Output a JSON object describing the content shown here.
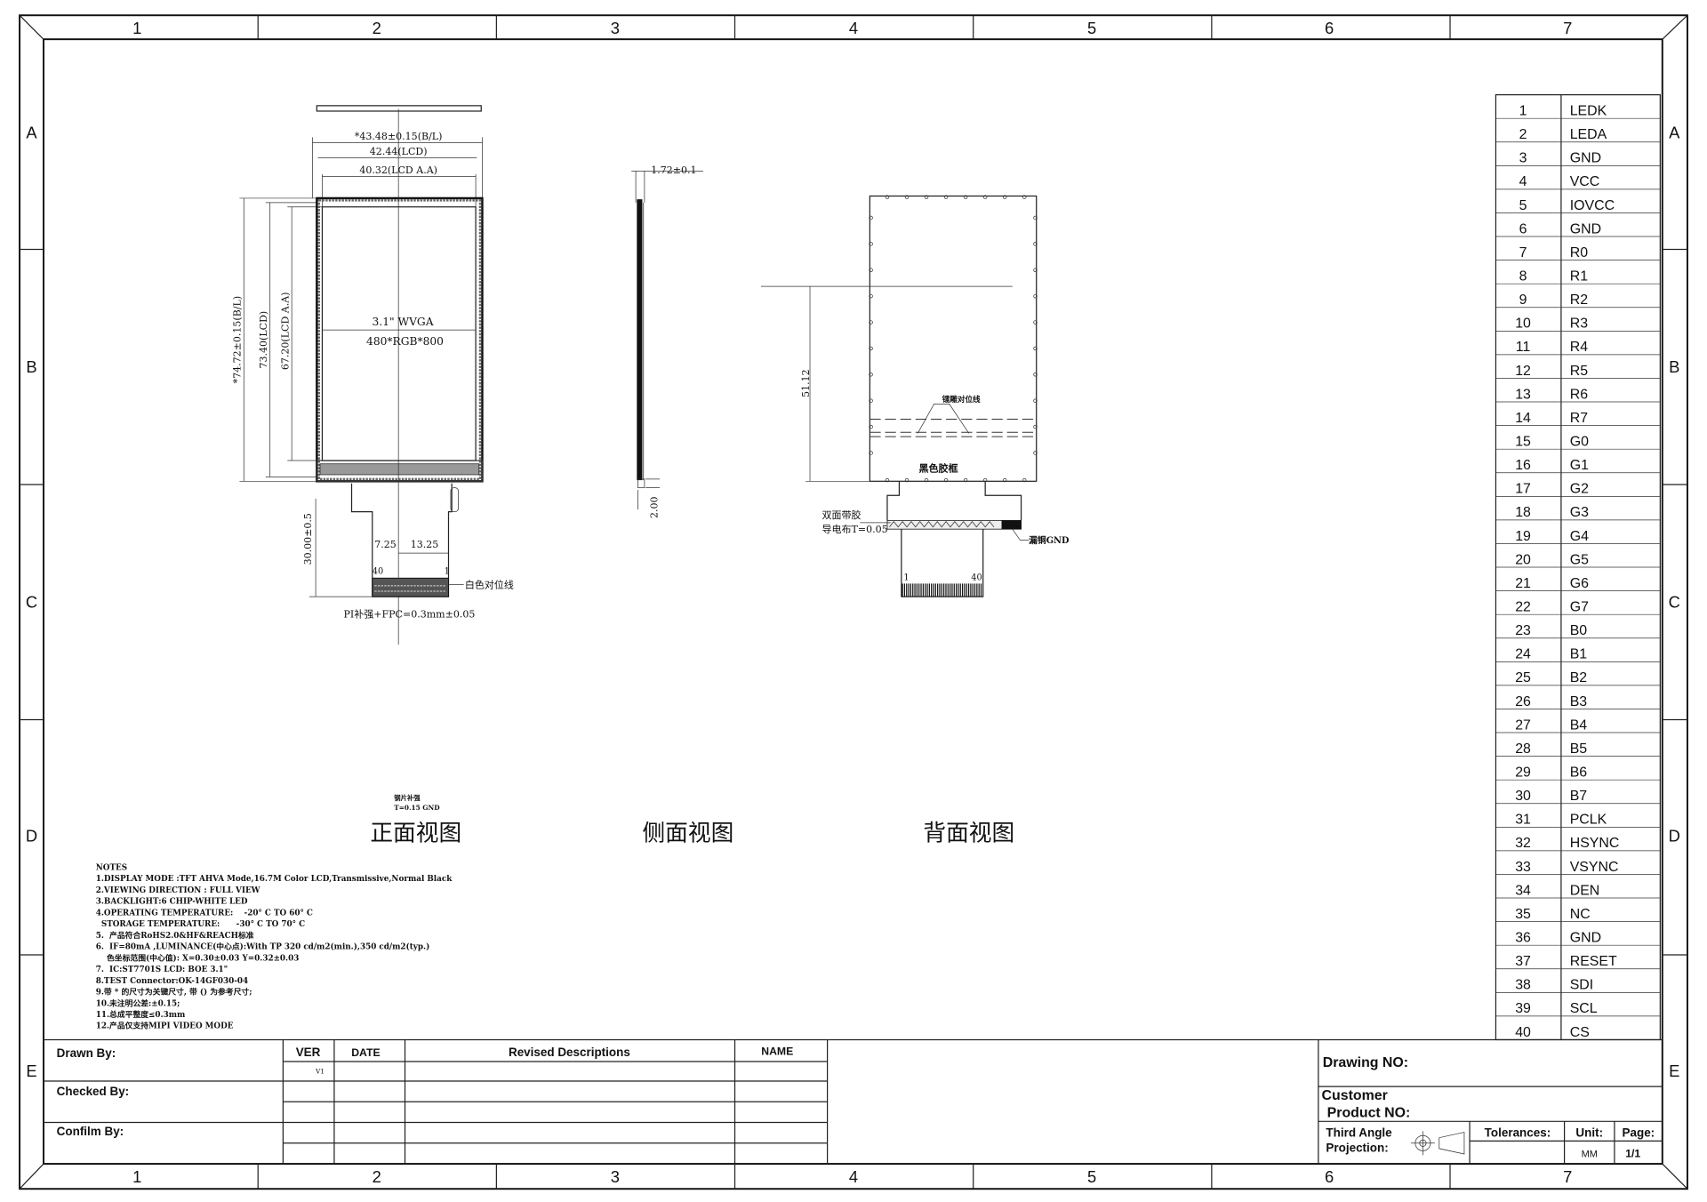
{
  "frame": {
    "columns": [
      "1",
      "2",
      "3",
      "4",
      "5",
      "6",
      "7"
    ],
    "rows": [
      "A",
      "B",
      "C",
      "D",
      "E"
    ]
  },
  "front_view": {
    "title": "正面视图",
    "dim_width_bl": "*43.48±0.15(B/L)",
    "dim_width_lcd": "42.44(LCD)",
    "dim_width_aa": "40.32(LCD A.A)",
    "dim_height_bl": "*74.72±0.15(B/L)",
    "dim_height_lcd": "73.40(LCD)",
    "dim_height_aa": "67.20(LCD A.A)",
    "size_label": "3.1\" WVGA",
    "resolution_label": "480*RGB*800",
    "fpc_length": "30.00±0.5",
    "dim_7_25": "7.25",
    "dim_13_25": "13.25",
    "pin_40": "40",
    "pin_1": "1",
    "white_align_line": "白色对位线",
    "pi_stiffener": "PI补强+FPC=0.3mm±0.05",
    "steel_stiffener_line1": "钢片补强",
    "steel_stiffener_line2": "T=0.15 GND"
  },
  "side_view": {
    "title": "侧面视图",
    "thickness": "1.72±0.1",
    "fpc_dim": "2.00"
  },
  "back_view": {
    "title": "背面视图",
    "dim_height": "51.12",
    "laser_align_line": "镭雕对位线",
    "black_frame": "黑色胶框",
    "double_tape": "双面带胶",
    "conductive_cloth": "导电布T=0.05",
    "exposed_copper": "漏铜GND",
    "pin_1": "1",
    "pin_40": "40"
  },
  "notes": [
    "NOTES",
    "1.DISPLAY MODE :TFT AHVA Mode,16.7M Color LCD,Transmissive,Normal Black",
    "2.VIEWING DIRECTION : FULL VIEW",
    "3.BACKLIGHT:6 CHIP-WHITE LED",
    "4.OPERATING TEMPERATURE:    -20° C TO 60° C",
    "  STORAGE TEMPERATURE:      -30° C TO 70° C",
    "5.  产品符合RoHS2.0&HF&REACH标准",
    "6.  IF=80mA ,LUMINANCE(中心点):With TP 320 cd/m2(min.),350 cd/m2(typ.)",
    "    色坐标范围(中心值): X=0.30±0.03 Y=0.32±0.03",
    "7.  IC:ST7701S LCD: BOE 3.1\"",
    "8.TEST Connector:OK-14GF030-04",
    "9.带 * 的尺寸为关键尺寸, 带 () 为参考尺寸;",
    "10.未注明公差:±0.15;",
    "11.总成平整度≤0.3mm",
    "12.产品仅支持MIPI VIDEO MODE"
  ],
  "pins": [
    {
      "no": "1",
      "name": "LEDK"
    },
    {
      "no": "2",
      "name": "LEDA"
    },
    {
      "no": "3",
      "name": "GND"
    },
    {
      "no": "4",
      "name": "VCC"
    },
    {
      "no": "5",
      "name": "IOVCC"
    },
    {
      "no": "6",
      "name": "GND"
    },
    {
      "no": "7",
      "name": "R0"
    },
    {
      "no": "8",
      "name": "R1"
    },
    {
      "no": "9",
      "name": "R2"
    },
    {
      "no": "10",
      "name": "R3"
    },
    {
      "no": "11",
      "name": "R4"
    },
    {
      "no": "12",
      "name": "R5"
    },
    {
      "no": "13",
      "name": "R6"
    },
    {
      "no": "14",
      "name": "R7"
    },
    {
      "no": "15",
      "name": "G0"
    },
    {
      "no": "16",
      "name": "G1"
    },
    {
      "no": "17",
      "name": "G2"
    },
    {
      "no": "18",
      "name": "G3"
    },
    {
      "no": "19",
      "name": "G4"
    },
    {
      "no": "20",
      "name": "G5"
    },
    {
      "no": "21",
      "name": "G6"
    },
    {
      "no": "22",
      "name": "G7"
    },
    {
      "no": "23",
      "name": "B0"
    },
    {
      "no": "24",
      "name": "B1"
    },
    {
      "no": "25",
      "name": "B2"
    },
    {
      "no": "26",
      "name": "B3"
    },
    {
      "no": "27",
      "name": "B4"
    },
    {
      "no": "28",
      "name": "B5"
    },
    {
      "no": "29",
      "name": "B6"
    },
    {
      "no": "30",
      "name": "B7"
    },
    {
      "no": "31",
      "name": "PCLK"
    },
    {
      "no": "32",
      "name": "HSYNC"
    },
    {
      "no": "33",
      "name": "VSYNC"
    },
    {
      "no": "34",
      "name": "DEN"
    },
    {
      "no": "35",
      "name": "NC"
    },
    {
      "no": "36",
      "name": "GND"
    },
    {
      "no": "37",
      "name": "RESET"
    },
    {
      "no": "38",
      "name": "SDI"
    },
    {
      "no": "39",
      "name": "SCL"
    },
    {
      "no": "40",
      "name": "CS"
    }
  ],
  "title_block": {
    "drawn_by": "Drawn By:",
    "checked_by": "Checked By:",
    "confirm_by": "Confilm By:",
    "headers": {
      "ver": "VER",
      "date": "DATE",
      "revised": "Revised Descriptions",
      "name": "NAME"
    },
    "rev_ver": "V1",
    "drawing_no": "Drawing NO:",
    "customer": "Customer",
    "product_no": "Product NO:",
    "projection_line1": "Third Angle",
    "projection_line2": "Projection:",
    "tolerances": "Tolerances:",
    "unit_label": "Unit:",
    "unit_value": "MM",
    "page_label": "Page:",
    "page_value": "1/1"
  }
}
